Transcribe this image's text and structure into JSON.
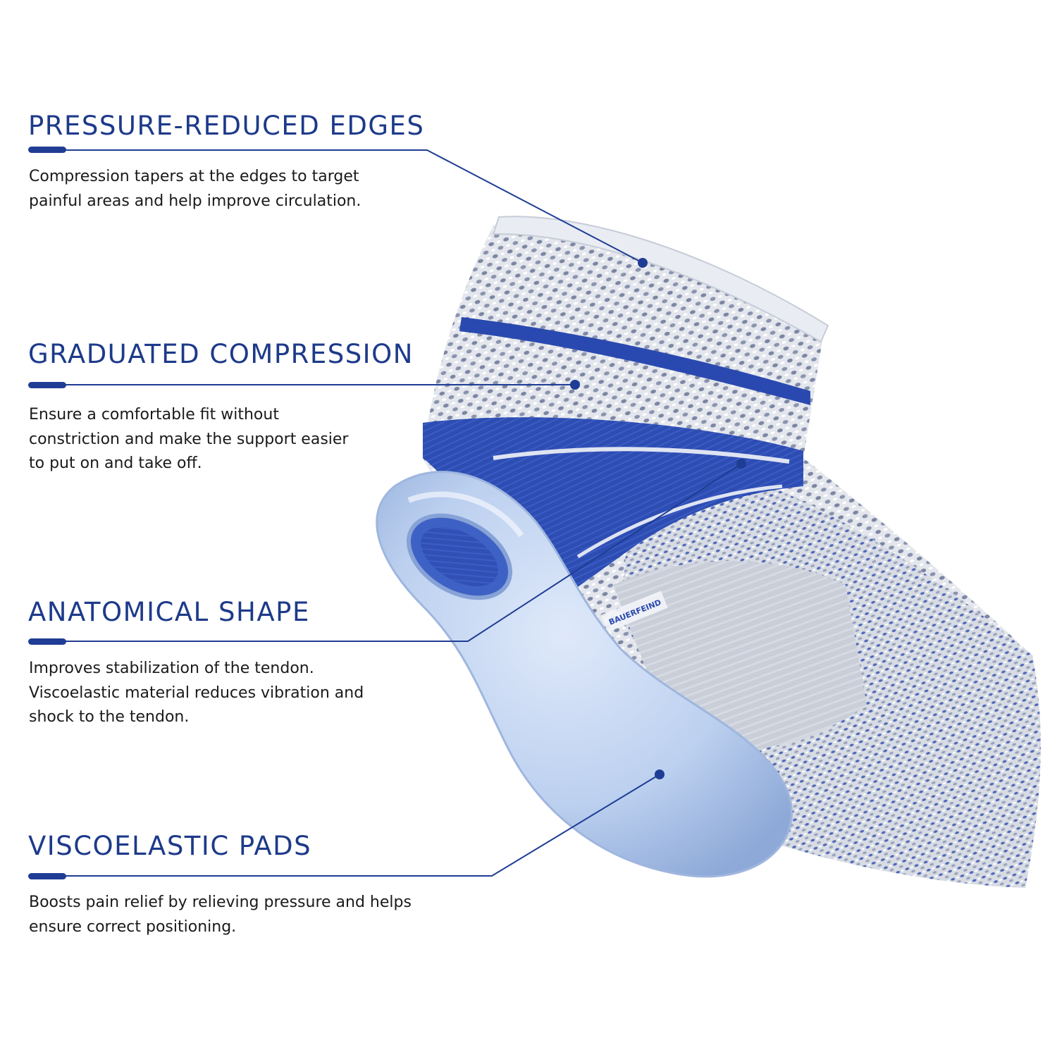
{
  "features": [
    {
      "title": "PRESSURE-REDUCED EDGES",
      "lines": [
        "Compression tapers at the edges to target",
        "painful areas and help improve circulation."
      ]
    },
    {
      "title": "GRADUATED COMPRESSION",
      "lines": [
        "Ensure a comfortable fit without",
        "constriction and make the support easier",
        "to put on and take off."
      ]
    },
    {
      "title": "ANATOMICAL SHAPE",
      "lines": [
        "Improves stabilization of the tendon.",
        "Viscoelastic material reduces vibration and",
        "shock to the tendon."
      ]
    },
    {
      "title": "VISCOELASTIC PADS",
      "lines": [
        "Boosts pain relief by relieving pressure and helps",
        "ensure correct positioning."
      ]
    }
  ],
  "product": {
    "brand_label": "BAUERFEIND"
  },
  "colors": {
    "accent": "#1f3d94",
    "heading": "#1d3a8a",
    "knit_blue": "#2f4fb6",
    "knit_grey": "#cfd4dd",
    "pad_blue": "#b8cbeb"
  }
}
